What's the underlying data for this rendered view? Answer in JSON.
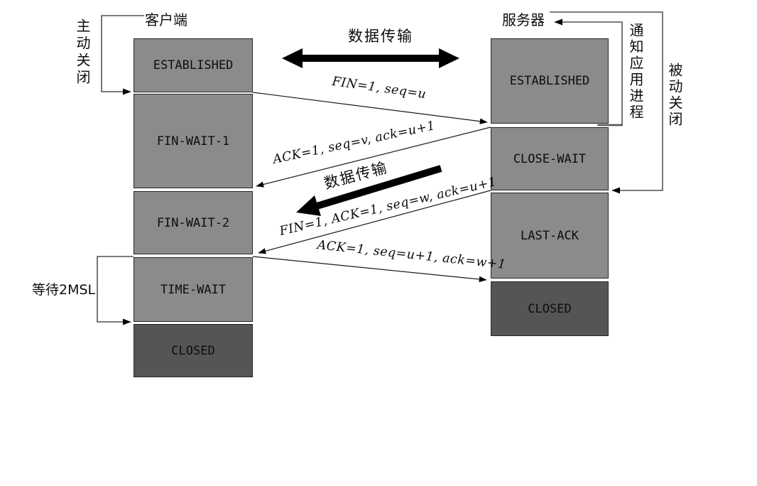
{
  "client": {
    "title": "客户端",
    "active_close_note": "主动关闭",
    "wait_note": "等待2MSL",
    "states": [
      "ESTABLISHED",
      "FIN-WAIT-1",
      "FIN-WAIT-2",
      "TIME-WAIT",
      "CLOSED"
    ]
  },
  "server": {
    "title": "服务器",
    "passive_close_note": "被动关闭",
    "notify_note": "通知应用进程",
    "states": [
      "ESTABLISHED",
      "CLOSE-WAIT",
      "LAST-ACK",
      "CLOSED"
    ]
  },
  "messages": [
    "FIN=1, seq=u",
    "ACK=1, seq=v, ack=u+1",
    "FIN=1, ACK=1, seq=w, ack=u+1",
    "ACK=1, seq=u+1, ack=w+1"
  ],
  "data_transfer": {
    "top_label": "数据传输",
    "mid_label": "数据传输"
  },
  "colors": {
    "state_fill": "#8b8b8b",
    "closed_fill": "#555555",
    "line": "#2e2e2e",
    "arrow_fill": "#000000",
    "background": "#ffffff"
  }
}
